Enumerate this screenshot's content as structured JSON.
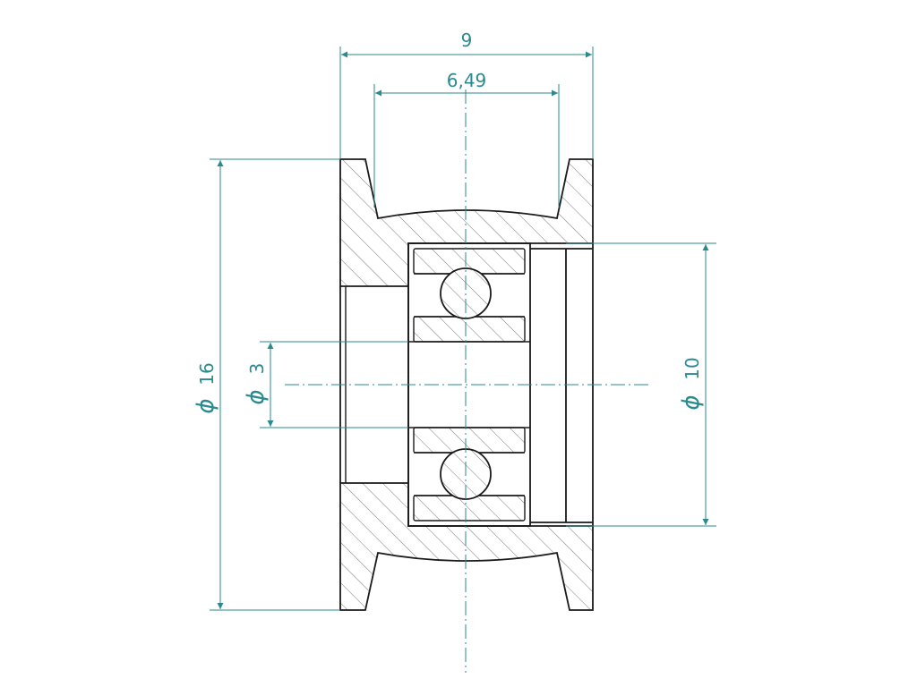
{
  "dimensions": {
    "overall_width": "9",
    "groove_width": "6,49",
    "outer_diameter": "16",
    "bore_diameter": "3",
    "bearing_diameter": "10",
    "diameter_symbol": "ϕ"
  },
  "colors": {
    "dimension": "#2b8a8e",
    "outline": "#1a1a1a",
    "background": "#ffffff"
  }
}
